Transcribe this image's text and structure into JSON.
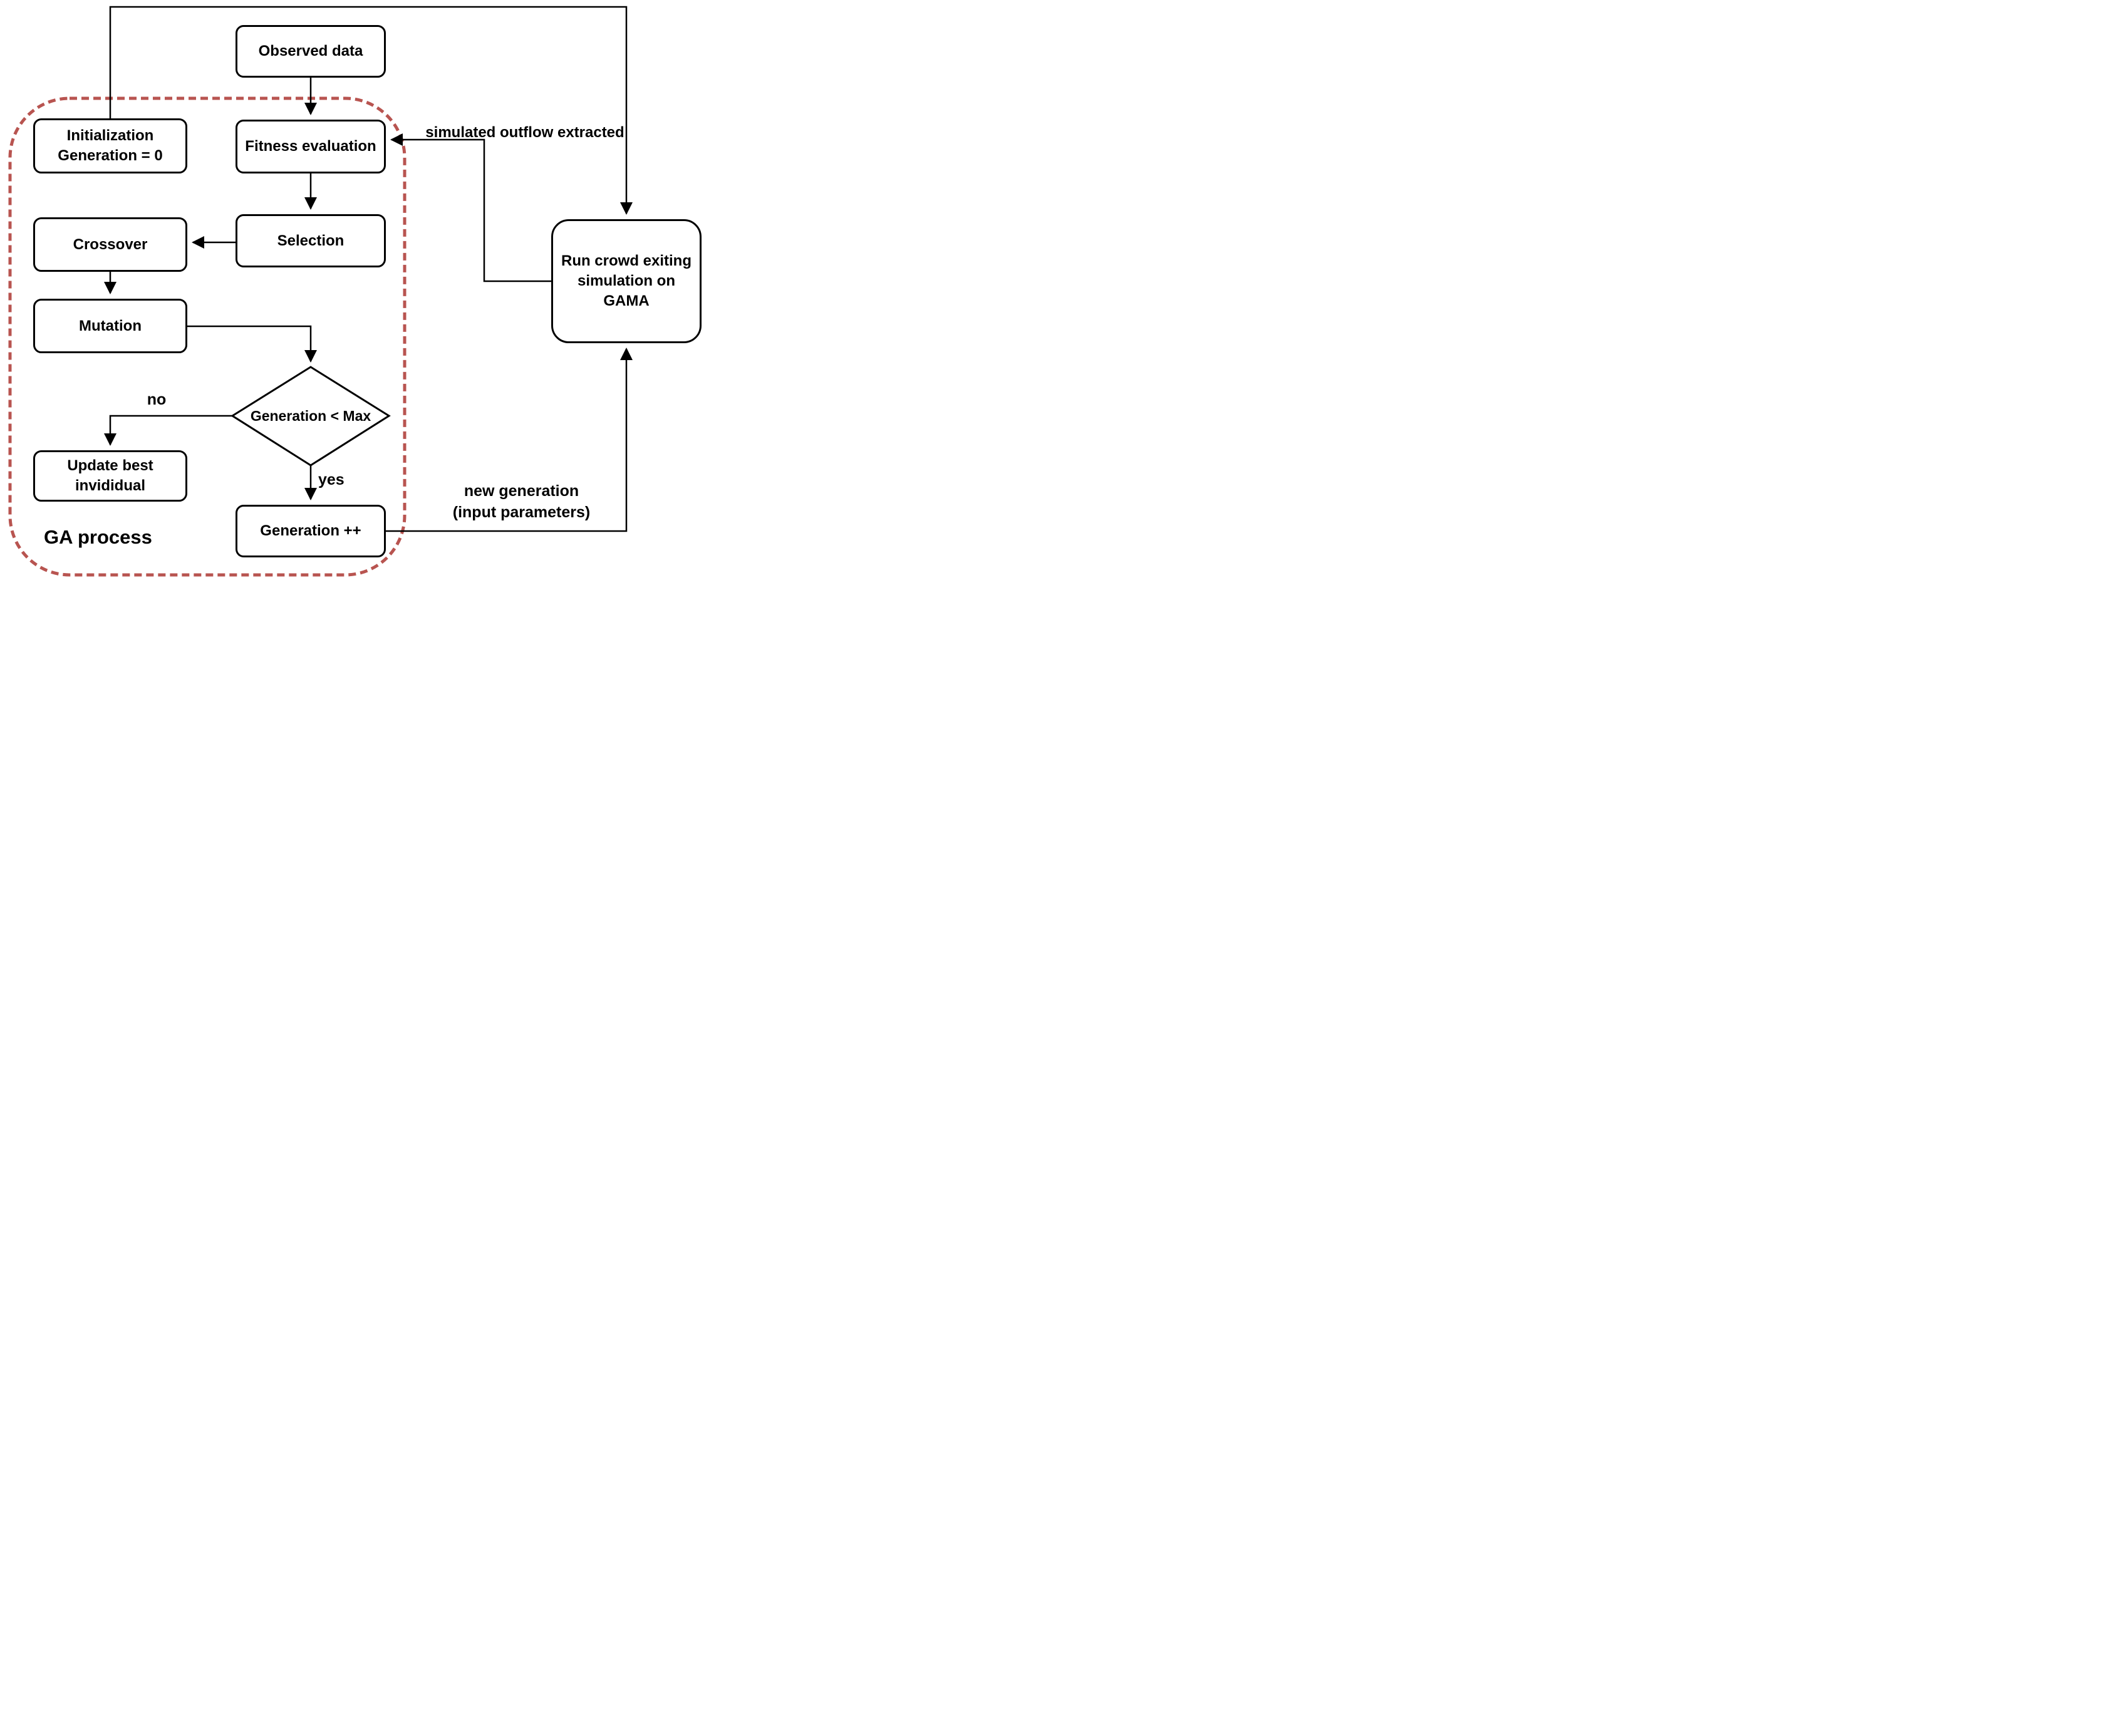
{
  "diagram_title": "GA process flowchart with GAMA crowd simulation loop",
  "colors": {
    "node_border": "#000000",
    "connector": "#000000",
    "dashed_region": "#b85450",
    "background": "#ffffff",
    "text": "#000000"
  },
  "nodes": {
    "observed_data": {
      "label": "Observed data"
    },
    "initialization": {
      "lines": [
        "Initialization",
        "Generation = 0"
      ]
    },
    "fitness": {
      "label": "Fitness evaluation"
    },
    "selection": {
      "label": "Selection"
    },
    "crossover": {
      "label": "Crossover"
    },
    "mutation": {
      "label": "Mutation"
    },
    "decision": {
      "label": "Generation < Max"
    },
    "update_best": {
      "lines": [
        "Update best",
        "invididual"
      ]
    },
    "generation_inc": {
      "label": "Generation ++"
    },
    "run_crowd": {
      "lines": [
        "Run crowd exiting",
        "simulation on",
        "GAMA"
      ]
    }
  },
  "edge_labels": {
    "simulated_outflow": "simulated outflow extracted",
    "new_generation": {
      "lines": [
        "new generation",
        "(input parameters)"
      ]
    },
    "no": "no",
    "yes": "yes"
  },
  "region": {
    "label": "GA process"
  }
}
